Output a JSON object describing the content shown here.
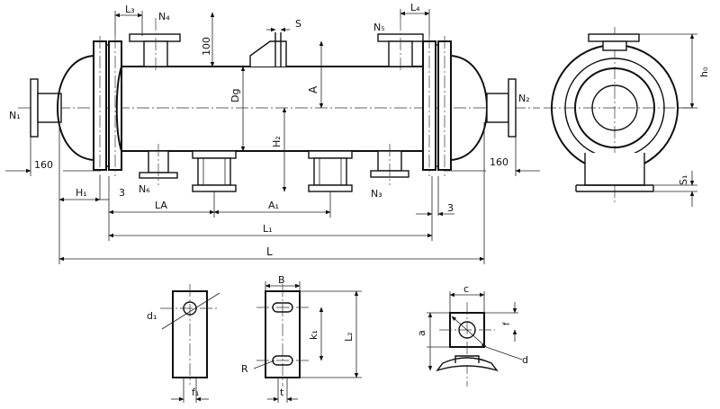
{
  "labels": {
    "n1": "N₁",
    "n2": "N₂",
    "n3": "N₃",
    "n4": "N₄",
    "n5": "N₅",
    "n6": "N₆",
    "l3": "L₃",
    "l4": "L₄",
    "s": "S",
    "d100": "100",
    "dg": "Dg",
    "a_big": "A",
    "h2": "H₂",
    "d160_left": "160",
    "d160_right": "160",
    "h1": "H₁",
    "three_left": "3",
    "three_right": "3",
    "la": "LA",
    "a1": "A₁",
    "l1": "L₁",
    "l": "L",
    "h0": "h₀",
    "s1": "S₁",
    "b": "B",
    "d1": "d₁",
    "k1": "k₁",
    "l2": "L₂",
    "r": "R",
    "f1": "f₁",
    "t": "t",
    "c": "c",
    "a_small": "a",
    "f": "f",
    "d": "d"
  }
}
